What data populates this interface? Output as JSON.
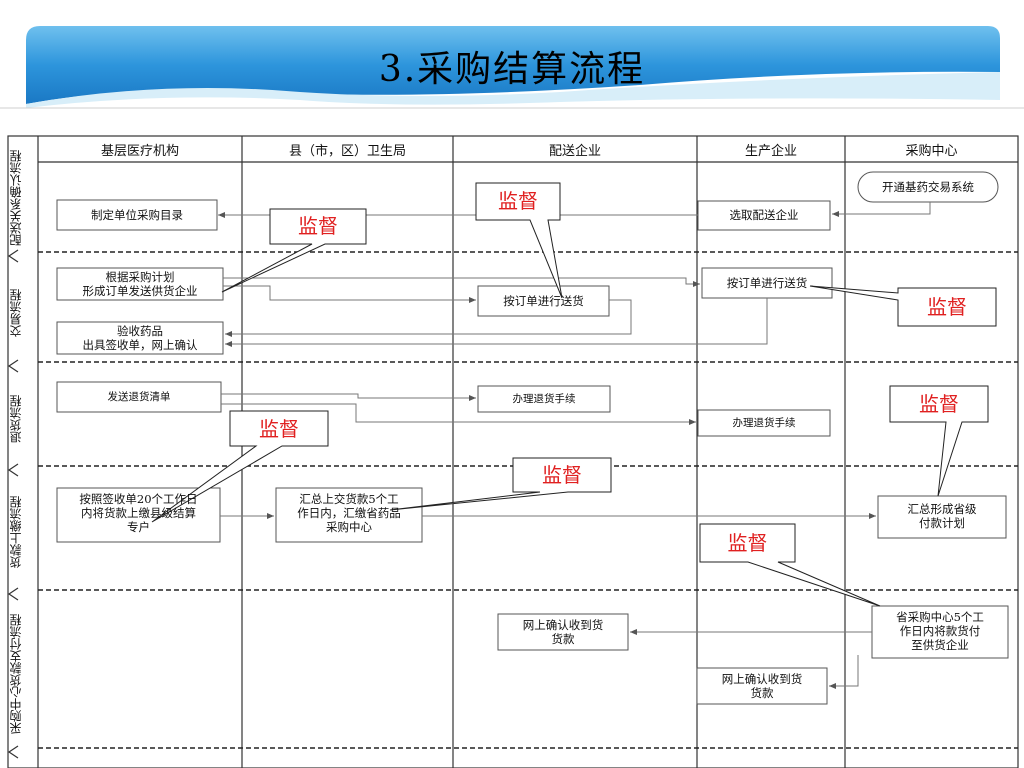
{
  "title": "3.采购结算流程",
  "columns": [
    "基层医疗机构",
    "县（市，区）卫生局",
    "配送企业",
    "生产企业",
    "采购中心"
  ],
  "lanes": [
    "配送关系确认流程",
    "交易流程",
    "退货流程",
    "货款上缴流程",
    "采购中心货款支付流程"
  ],
  "boxes": {
    "open_system": "开通基药交易系统",
    "select_dist": "选取配送企业",
    "make_catalog": "制定单位采购目录",
    "order_l1": "根据采购计划",
    "order_l2": "形成订单发送供货企业",
    "dist_deliver": "按订单进行送货",
    "mfr_deliver": "按订单进行送货",
    "receive_l1": "验收药品",
    "receive_l2": "出具签收单，网上确认",
    "send_return": "发送退货清单",
    "dist_return": "办理退货手续",
    "mfr_return": "办理退货手续",
    "pay_l1": "按照签收单20个工作日",
    "pay_l2": "内将货款上缴县级结算",
    "pay_l3": "专户",
    "county_l1": "汇总上交货款5个工",
    "county_l2": "作日内，汇缴省药品",
    "county_l3": "采购中心",
    "plan_l1": "汇总形成省级",
    "plan_l2": "付款计划",
    "center_pay_l1": "省采购中心5个工",
    "center_pay_l2": "作日内将款货付",
    "center_pay_l3": "至供货企业",
    "dist_confirm_l1": "网上确认收到货",
    "dist_confirm_l2": "货款",
    "mfr_confirm_l1": "网上确认收到货",
    "mfr_confirm_l2": "货款"
  },
  "supervision_label": "监督",
  "colors": {
    "banner": "#2a8fd6",
    "supervision": "#e02020",
    "line": "#666666"
  }
}
